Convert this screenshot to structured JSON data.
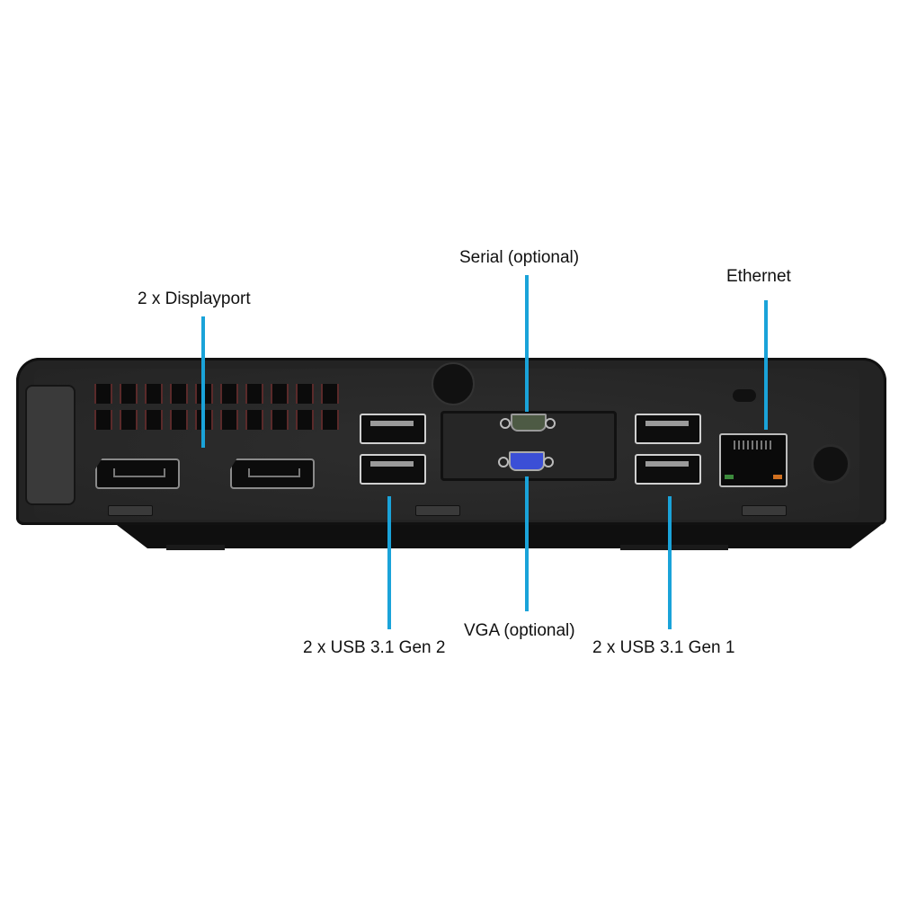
{
  "figure": {
    "subject": "Mini PC rear I/O panel",
    "accent_line_color": "#1aa3d9",
    "callouts": [
      {
        "id": "displayport",
        "label": "2 x Displayport"
      },
      {
        "id": "serial",
        "label": "Serial (optional)"
      },
      {
        "id": "ethernet",
        "label": "Ethernet"
      },
      {
        "id": "usb-gen2",
        "label": "2 x USB 3.1 Gen 2"
      },
      {
        "id": "vga",
        "label": "VGA (optional)"
      },
      {
        "id": "usb-gen1",
        "label": "2 x USB 3.1 Gen 1"
      }
    ]
  }
}
